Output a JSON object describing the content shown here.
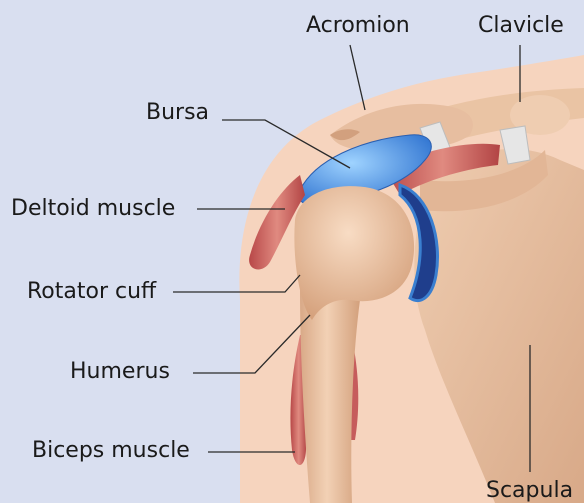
{
  "diagram": {
    "labels": {
      "acromion": "Acromion",
      "clavicle": "Clavicle",
      "bursa": "Bursa",
      "deltoid": "Deltoid muscle",
      "rotator_cuff": "Rotator cuff",
      "humerus": "Humerus",
      "biceps": "Biceps muscle",
      "scapula": "Scapula"
    },
    "colors": {
      "background": "#d9dff0",
      "skin": "#f6d4be",
      "bone": "#e9c3a2",
      "bone_shadow": "#c99a78",
      "muscle": "#c85a5a",
      "bursa": "#4f9ae8",
      "cartilage": "#1f3e8c",
      "ligament": "#e6e6e6"
    }
  }
}
